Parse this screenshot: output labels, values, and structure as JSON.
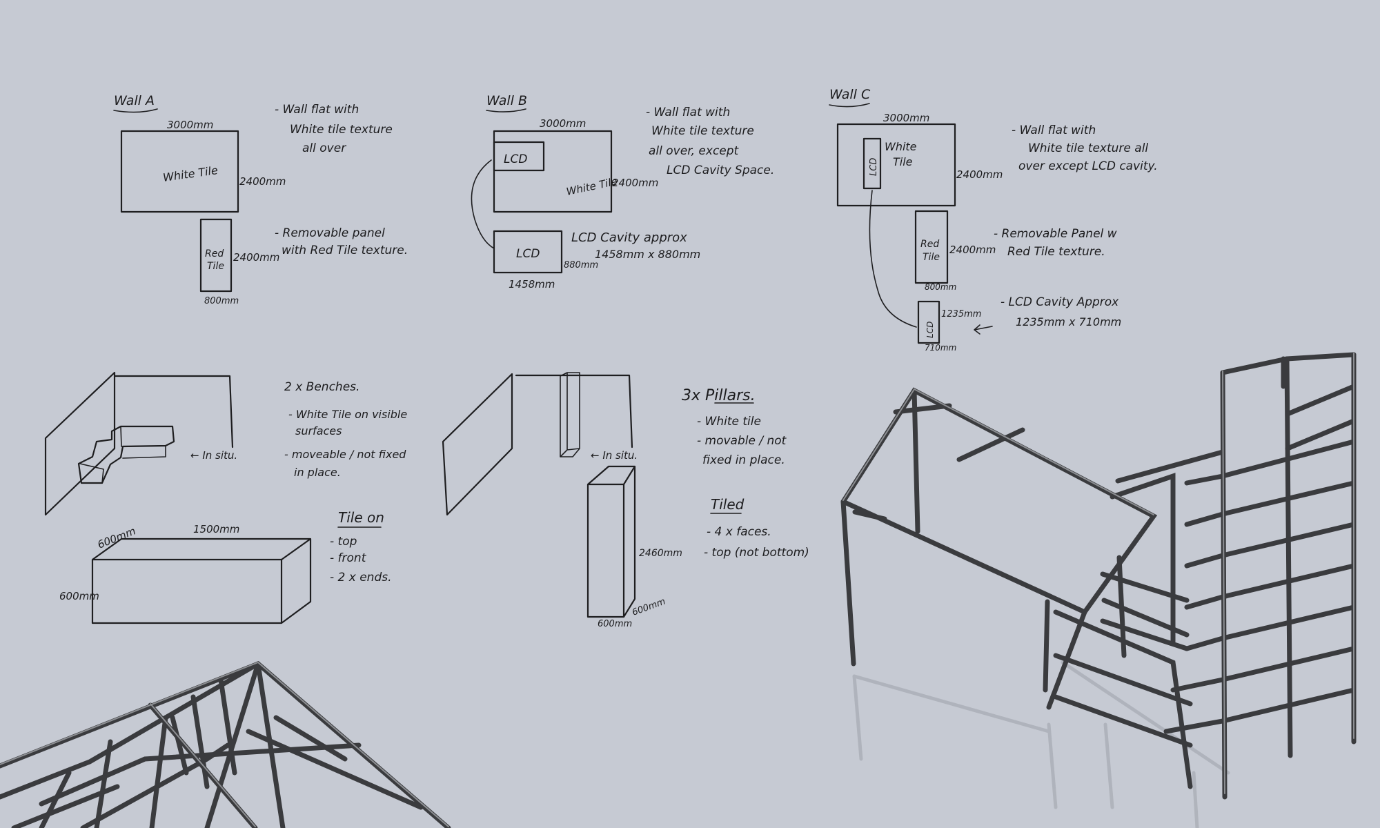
{
  "wall_a": {
    "title": "Wall A",
    "width_label": "3000mm",
    "height_label": "2400mm",
    "tile_label": "White Tile",
    "note_1": [
      "- Wall flat with",
      "White tile texture",
      "all over"
    ],
    "panel_label": [
      "Red",
      "Tile"
    ],
    "panel_height": "2400mm",
    "panel_width": "800mm",
    "note_2": [
      "- Removable panel",
      "with Red Tile texture."
    ]
  },
  "wall_b": {
    "title": "Wall B",
    "width_label": "3000mm",
    "height_label": "2400mm",
    "tile_label": "White Tile",
    "lcd_label": "LCD",
    "lcd_detail_label": "LCD",
    "lcd_height": "880mm",
    "lcd_width": "1458mm",
    "note_1": [
      "- Wall flat with",
      "White tile texture",
      "all over, except",
      "LCD Cavity Space."
    ],
    "note_2": [
      "LCD Cavity approx",
      "1458mm x 880mm"
    ]
  },
  "wall_c": {
    "title": "Wall C",
    "width_label": "3000mm",
    "height_label": "2400mm",
    "tile_label": [
      "White",
      "Tile"
    ],
    "lcd_label": "LCD",
    "lcd_detail_label": "LCD",
    "lcd_height": "1235mm",
    "lcd_width": "710mm",
    "panel_label": [
      "Red",
      "Tile"
    ],
    "panel_height": "2400mm",
    "panel_width": "800mm",
    "note_1": [
      "- Wall flat with",
      "White tile texture all",
      "over except LCD cavity."
    ],
    "note_2": [
      "- Removable Panel w",
      "Red Tile texture."
    ],
    "note_3": [
      "- LCD Cavity Approx",
      "1235mm x 710mm"
    ]
  },
  "benches": {
    "in_situ": "← In situ.",
    "notes": [
      "2 x Benches.",
      "- White Tile on visible",
      "surfaces",
      "- moveable / not fixed",
      "in place."
    ],
    "length": "1500mm",
    "depth": "600mm",
    "height": "600mm",
    "tile_heading": "Tile on",
    "tile_list": [
      "- top",
      "- front",
      "- 2 x ends."
    ]
  },
  "pillars": {
    "in_situ": "← In situ.",
    "heading": "3x Pillars.",
    "notes": [
      "- White tile",
      "- movable / not",
      "fixed in place."
    ],
    "height": "2460mm",
    "width": "600mm",
    "depth": "600mm",
    "tiled_heading": "Tiled",
    "tiled_list": [
      "- 4 x faces.",
      "- top (not bottom)"
    ]
  }
}
